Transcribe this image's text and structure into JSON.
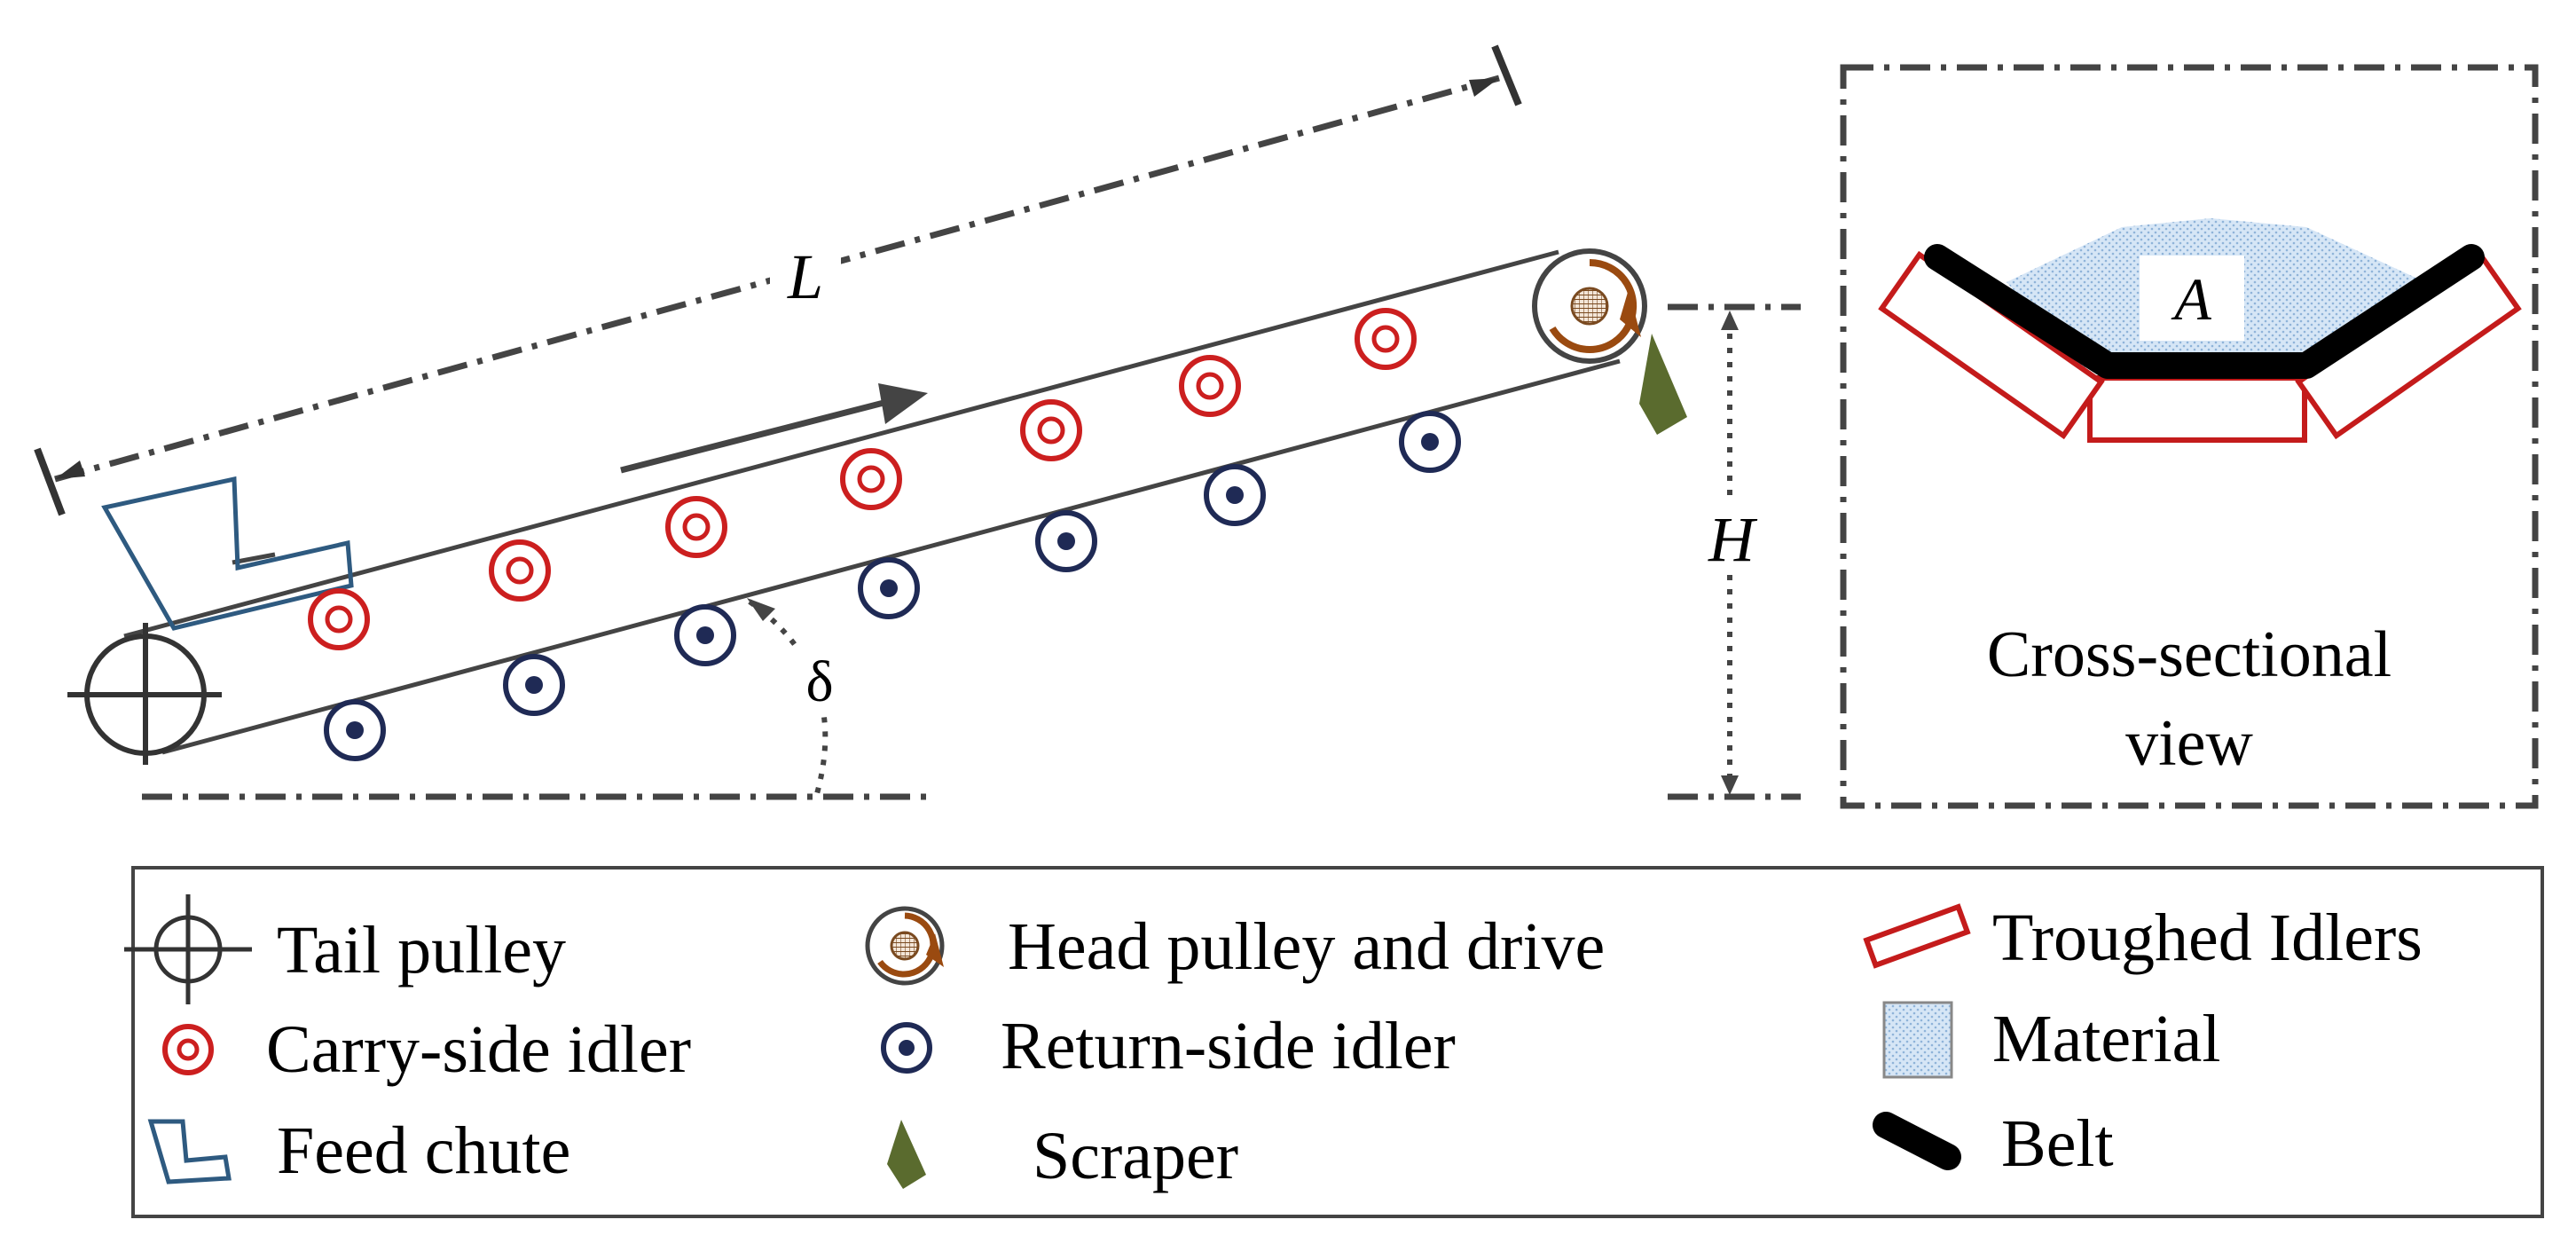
{
  "labels": {
    "length": "L",
    "height": "H",
    "angle": "δ",
    "area": "A",
    "cross_section_line1": "Cross-sectional",
    "cross_section_line2": "view"
  },
  "legend": {
    "tail_pulley": "Tail pulley",
    "carry_idler": "Carry-side idler",
    "feed_chute": "Feed chute",
    "head_pulley": "Head pulley and drive",
    "return_idler": "Return-side idler",
    "scraper": "Scraper",
    "troughed_idlers": "Troughed Idlers",
    "material": "Material",
    "belt": "Belt"
  },
  "colors": {
    "carry_idler": "#cc1f1f",
    "return_idler": "#1f2a55",
    "feed_chute": "#2e5a80",
    "head_drive_arrow": "#9a4a10",
    "scraper": "#5a6b2e",
    "troughed_idler": "#c41b1b",
    "material": "#bcd6ee",
    "belt": "#000000"
  }
}
